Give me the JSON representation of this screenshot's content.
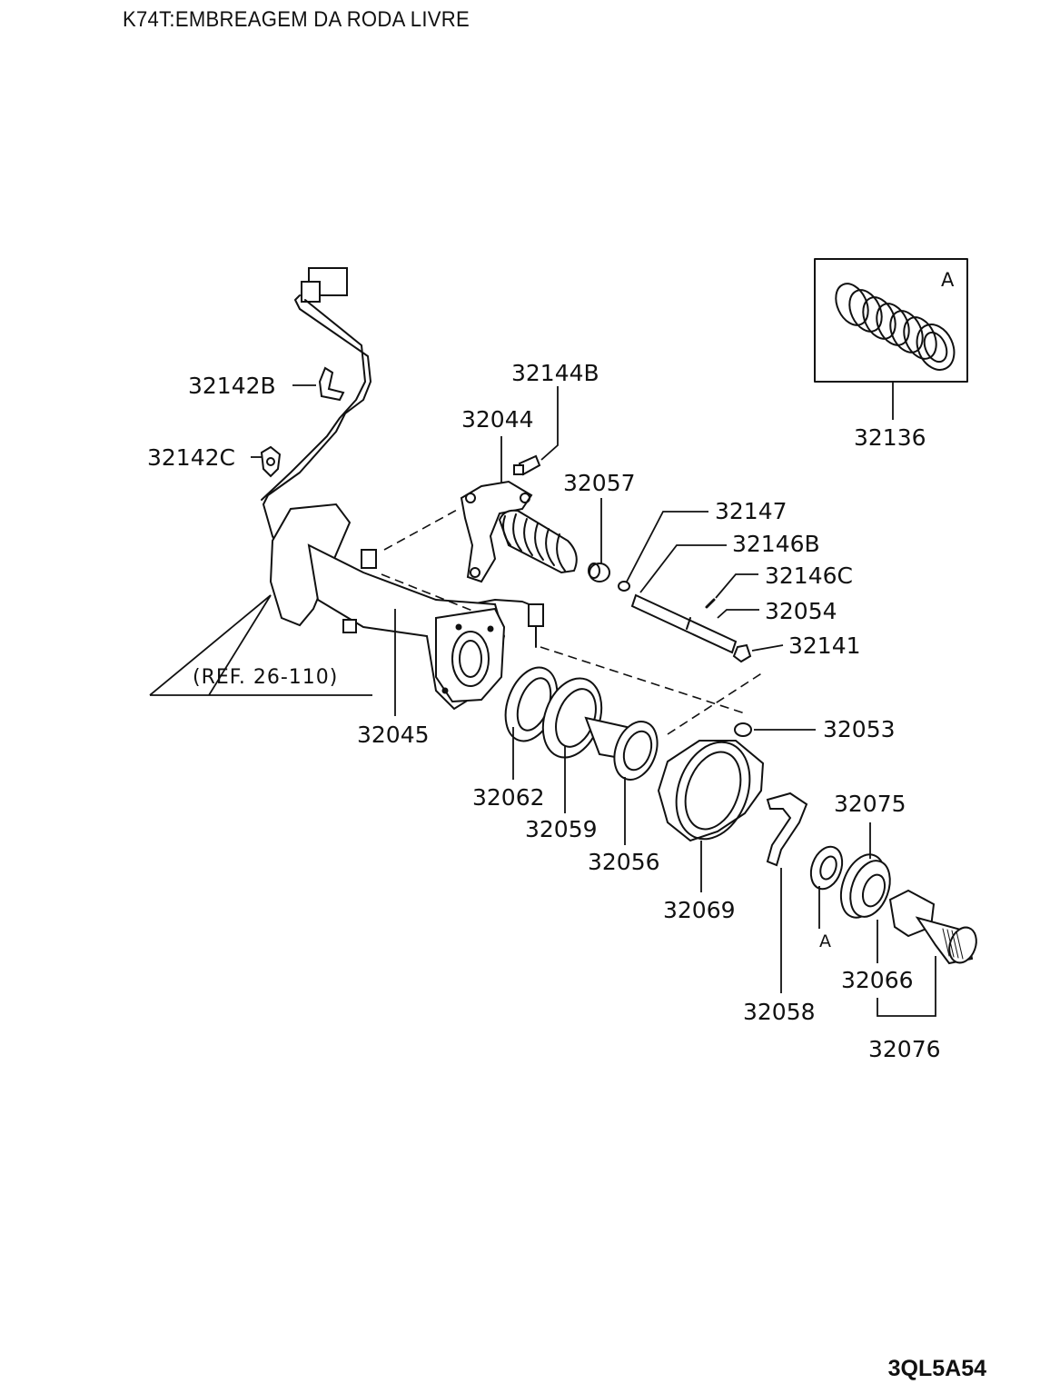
{
  "header": {
    "title": "K74T:EMBREAGEM DA RODA LIVRE"
  },
  "footer": {
    "diagram_code": "3QL5A54"
  },
  "inset": {
    "marker": "A",
    "part_number": "32136"
  },
  "reference": "(REF. 26-110)",
  "callout_A": "A",
  "parts": [
    {
      "number": "32142B"
    },
    {
      "number": "32142C"
    },
    {
      "number": "32144B"
    },
    {
      "number": "32044"
    },
    {
      "number": "32057"
    },
    {
      "number": "32147"
    },
    {
      "number": "32146B"
    },
    {
      "number": "32146C"
    },
    {
      "number": "32054"
    },
    {
      "number": "32141"
    },
    {
      "number": "32053"
    },
    {
      "number": "32045"
    },
    {
      "number": "32062"
    },
    {
      "number": "32059"
    },
    {
      "number": "32056"
    },
    {
      "number": "32069"
    },
    {
      "number": "32075"
    },
    {
      "number": "32058"
    },
    {
      "number": "32066"
    },
    {
      "number": "32076"
    }
  ]
}
